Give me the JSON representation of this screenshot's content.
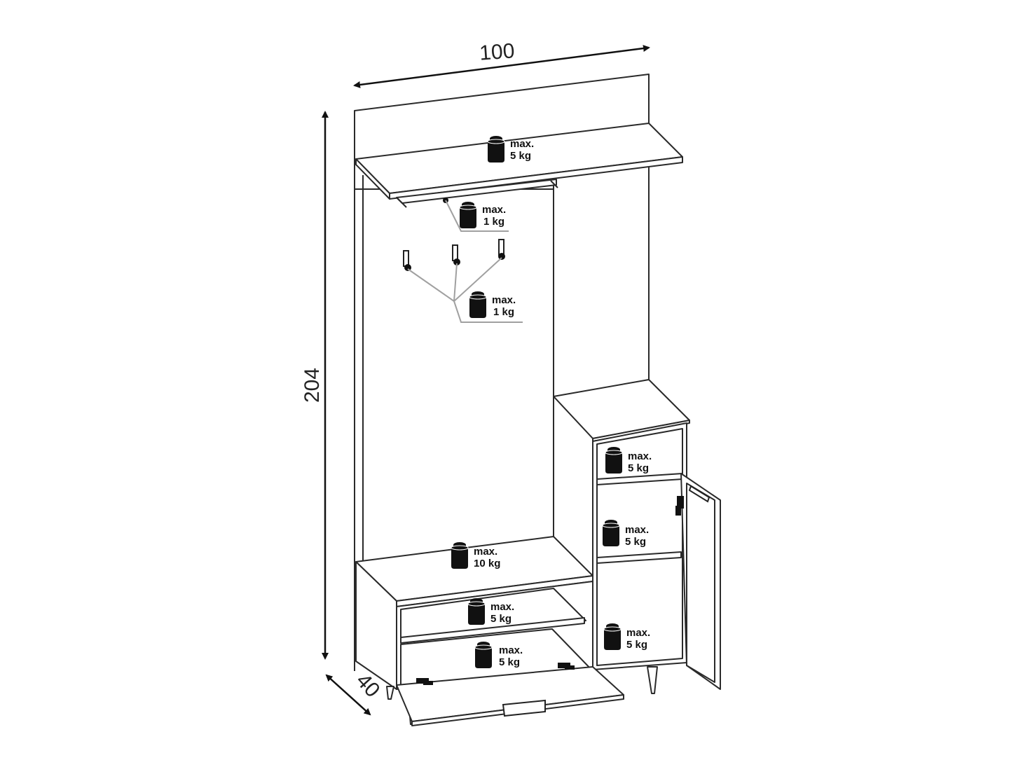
{
  "dimensions": {
    "width": "100",
    "height": "204",
    "depth": "40"
  },
  "loads": [
    {
      "line1": "max.",
      "line2": "5 kg"
    },
    {
      "line1": "max.",
      "line2": "1 kg"
    },
    {
      "line1": "max.",
      "line2": "1 kg"
    },
    {
      "line1": "max.",
      "line2": "5 kg"
    },
    {
      "line1": "max.",
      "line2": "5 kg"
    },
    {
      "line1": "max.",
      "line2": "10 kg"
    },
    {
      "line1": "max.",
      "line2": "5 kg"
    },
    {
      "line1": "max.",
      "line2": "5 kg"
    },
    {
      "line1": "max.",
      "line2": "5 kg"
    }
  ],
  "icons": {
    "weight": "weight-icon",
    "hook": "coat-hook-icon",
    "hinge": "hinge-icon",
    "handle": "handle-icon"
  }
}
